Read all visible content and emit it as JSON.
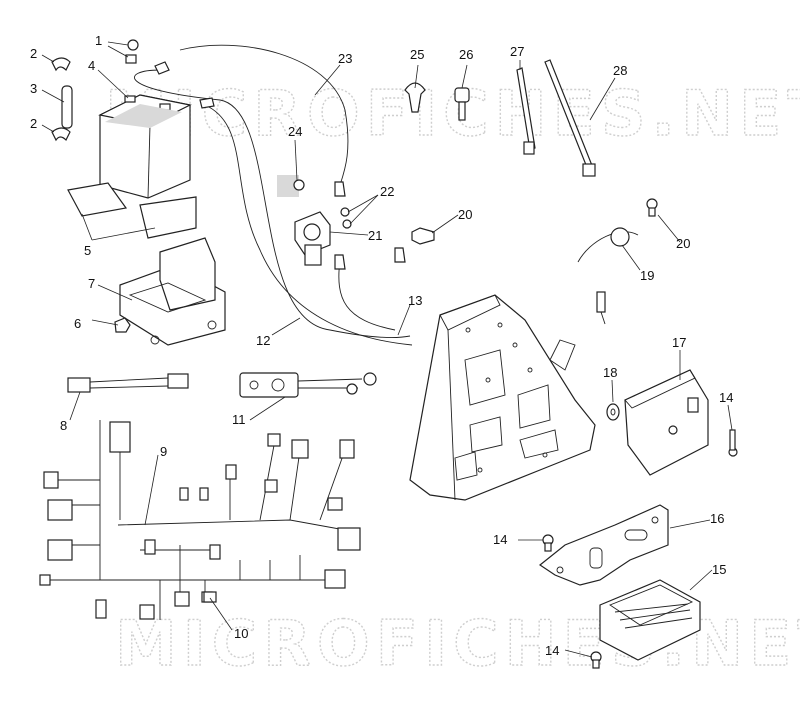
{
  "watermark": {
    "text": "MICROFICHES.NET"
  },
  "callouts": {
    "c1": "1",
    "c2a": "2",
    "c2b": "2",
    "c3": "3",
    "c4": "4",
    "c5": "5",
    "c6": "6",
    "c7": "7",
    "c8": "8",
    "c9": "9",
    "c10": "10",
    "c11": "11",
    "c12": "12",
    "c13": "13",
    "c14a": "14",
    "c14b": "14",
    "c14c": "14",
    "c15": "15",
    "c16": "16",
    "c17": "17",
    "c18": "18",
    "c19": "19",
    "c20a": "20",
    "c20b": "20",
    "c21": "21",
    "c22": "22",
    "c23": "23",
    "c24": "24",
    "c25": "25",
    "c26": "26",
    "c27": "27",
    "c28": "28"
  }
}
